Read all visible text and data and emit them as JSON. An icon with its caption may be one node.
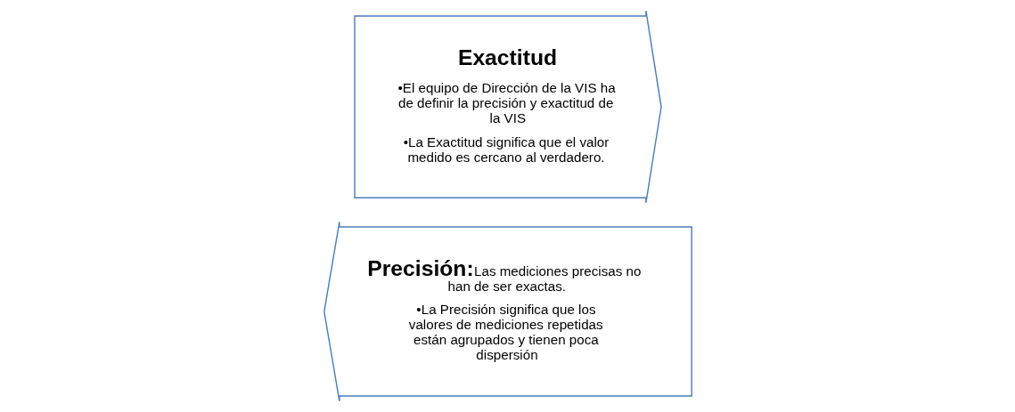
{
  "diagram": {
    "nodes": [
      {
        "text": [
          "Precisión:",
          "Las mediciones precisas no han de ser exactas.",
          "•La Precisión significa que los valores de mediciones repetidas están agrupados y tienen poca dispersión"
        ]
      },
      {
        "text": [
          "Exactitud",
          "•El equipo de Dirección de la VIS ha de definir la precisión y exactitud de la VIS",
          "•La Exactitud significa que el valor medido es cercano al verdadero."
        ]
      }
    ],
    "edges": []
  }
}
